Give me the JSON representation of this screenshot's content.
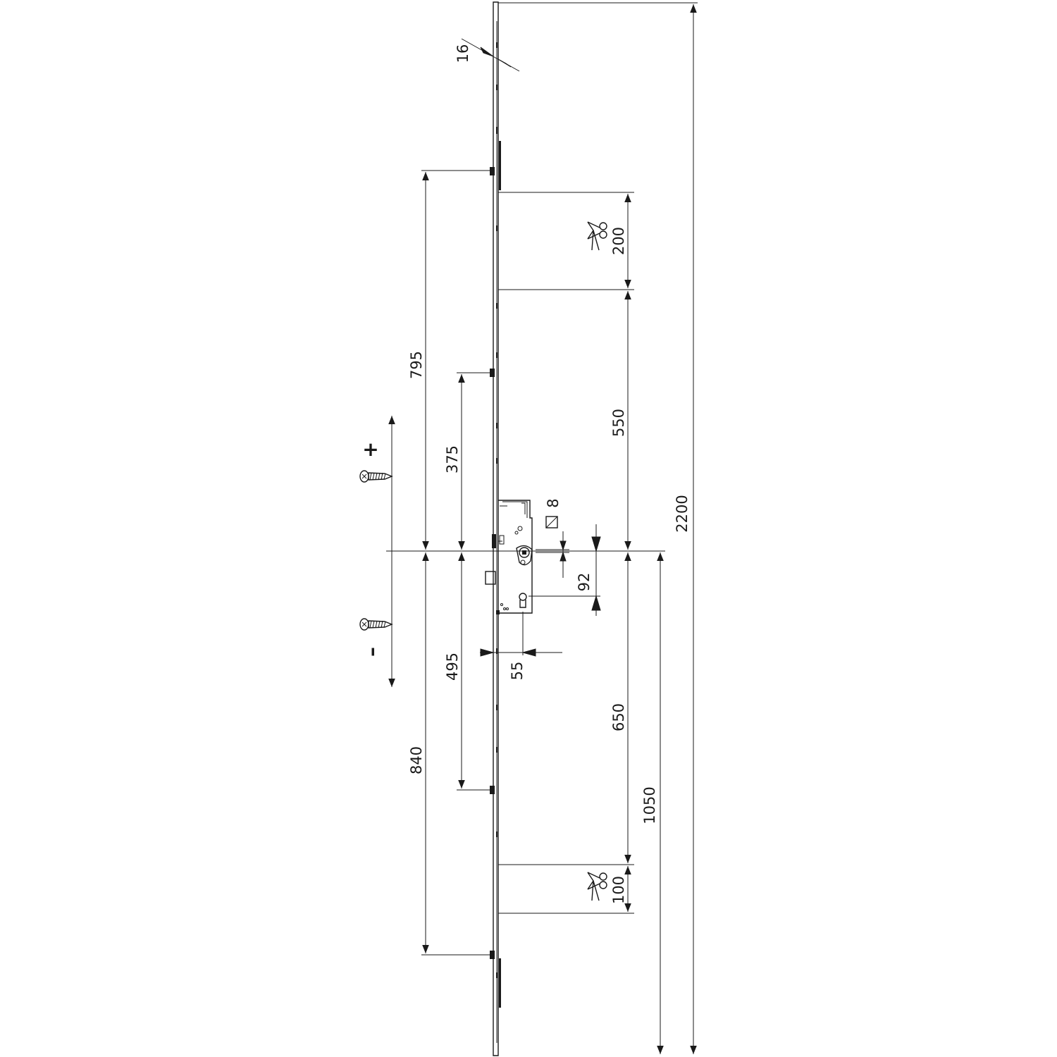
{
  "dimensions": {
    "rail_thickness": "16",
    "total_height": "2200",
    "top_hook_offset": "795",
    "upper_bolt_offset": "375",
    "lower_bolt_offset": "495",
    "bottom_hook_offset": "840",
    "upper_free_section": "550",
    "lower_free_section": "650",
    "handle_height": "1050",
    "cut_top": "200",
    "cut_bottom": "100",
    "spindle_to_cylinder": "92",
    "backset": "55",
    "spindle_square": "8"
  },
  "adjust": {
    "plus": "+",
    "minus": "–"
  },
  "icons": [
    "scissors-icon",
    "screw-icon",
    "square-spindle-icon"
  ]
}
